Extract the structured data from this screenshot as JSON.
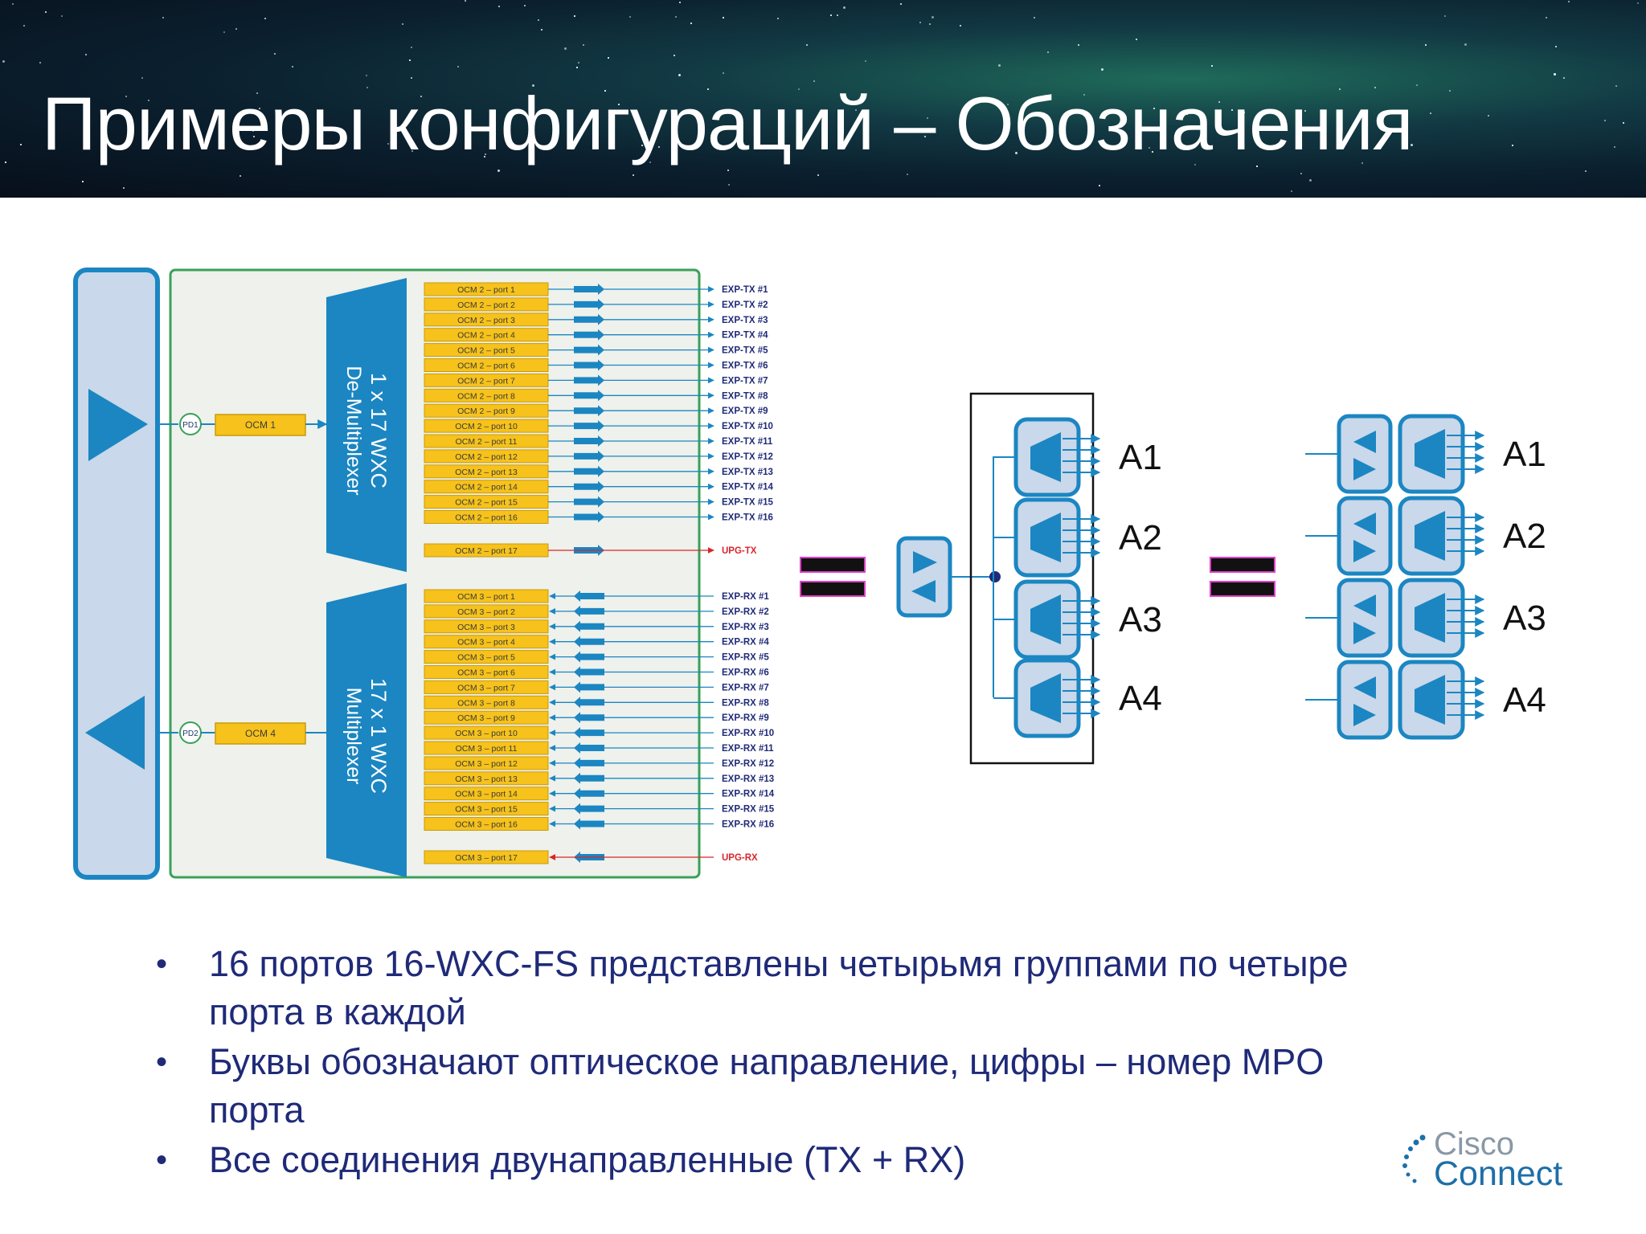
{
  "header": {
    "title": "Примеры конфигураций – Обозначения"
  },
  "diagram": {
    "pd1_label": "PD1",
    "pd2_label": "PD2",
    "ocm1_label": "OCM 1",
    "ocm4_label": "OCM 4",
    "demux_label_line1": "1 x 17 WXC",
    "demux_label_line2": "De-Multiplexer",
    "mux_label_line1": "17 x 1 WXC",
    "mux_label_line2": "Multiplexer",
    "tx_ports": [
      "OCM 2 – port 1",
      "OCM 2 – port 2",
      "OCM 2 – port 3",
      "OCM 2 – port 4",
      "OCM 2 – port 5",
      "OCM 2 – port 6",
      "OCM 2 – port 7",
      "OCM 2 – port 8",
      "OCM 2 – port 9",
      "OCM 2 – port 10",
      "OCM 2 – port 11",
      "OCM 2 – port 12",
      "OCM 2 – port 13",
      "OCM 2 – port 14",
      "OCM 2 – port 15",
      "OCM 2 – port 16"
    ],
    "tx_labels": [
      "EXP-TX #1",
      "EXP-TX #2",
      "EXP-TX #3",
      "EXP-TX #4",
      "EXP-TX #5",
      "EXP-TX #6",
      "EXP-TX #7",
      "EXP-TX #8",
      "EXP-TX #9",
      "EXP-TX #10",
      "EXP-TX #11",
      "EXP-TX #12",
      "EXP-TX #13",
      "EXP-TX #14",
      "EXP-TX #15",
      "EXP-TX #16"
    ],
    "tx_upg_port": "OCM 2 – port 17",
    "tx_upg_label": "UPG-TX",
    "rx_ports": [
      "OCM 3 – port 1",
      "OCM 3 – port 2",
      "OCM 3 – port 3",
      "OCM 3 – port 4",
      "OCM 3 – port 5",
      "OCM 3 – port 6",
      "OCM 3 – port 7",
      "OCM 3 – port 8",
      "OCM 3 – port 9",
      "OCM 3 – port 10",
      "OCM 3 – port 11",
      "OCM 3 – port 12",
      "OCM 3 – port 13",
      "OCM 3 – port 14",
      "OCM 3 – port 15",
      "OCM 3 – port 16"
    ],
    "rx_labels": [
      "EXP-RX #1",
      "EXP-RX #2",
      "EXP-RX #3",
      "EXP-RX #4",
      "EXP-RX #5",
      "EXP-RX #6",
      "EXP-RX #7",
      "EXP-RX #8",
      "EXP-RX #9",
      "EXP-RX #10",
      "EXP-RX #11",
      "EXP-RX #12",
      "EXP-RX #13",
      "EXP-RX #14",
      "EXP-RX #15",
      "EXP-RX #16"
    ],
    "rx_upg_port": "OCM 3 – port 17",
    "rx_upg_label": "UPG-RX",
    "groups_middle": [
      "A1",
      "A2",
      "A3",
      "A4"
    ],
    "groups_right": [
      "A1",
      "A2",
      "A3",
      "A4"
    ]
  },
  "bullets": [
    "16 портов 16-WXC-FS представлены четырьмя группами по четыре порта в каждой",
    "Буквы обозначают оптическое направление, цифры – номер MPO порта",
    "Все соединения двунаправленные (TX + RX)"
  ],
  "logo": {
    "line1": "Cisco",
    "line2": "Connect"
  },
  "colors": {
    "blue": "#1b86c2",
    "light_blue": "#c9d8ea",
    "yellow": "#f6c21b",
    "yellow_border": "#c89b0d",
    "green_border": "#3aa05a",
    "red": "#d7262c",
    "text_blue": "#1f2a78",
    "equals_pink": "#e040c8"
  }
}
